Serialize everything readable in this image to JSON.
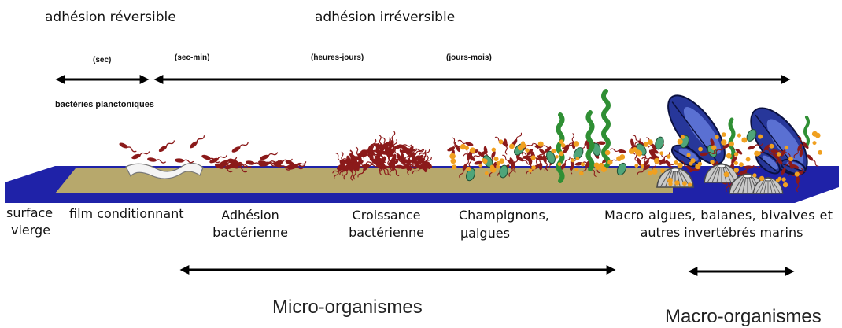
{
  "phases": {
    "reversible": "adhésion réversible",
    "irreversible": "adhésion irréversible"
  },
  "timescales": [
    "(sec)",
    "(sec-min)",
    "(heures-jours)",
    "(jours-mois)"
  ],
  "plankton_label": "bactéries planctoniques",
  "stages": [
    {
      "lines": [
        "surface",
        "vierge"
      ]
    },
    {
      "lines": [
        "film conditionnant"
      ]
    },
    {
      "lines": [
        "Adhésion",
        "bactérienne"
      ]
    },
    {
      "lines": [
        "Croissance",
        "bactérienne"
      ]
    },
    {
      "lines": [
        "Champignons,",
        "µalgues"
      ]
    },
    {
      "lines": [
        "Macro algues, balanes, bivalves et",
        "autres invertébrés marins"
      ]
    }
  ],
  "groups": {
    "micro": "Micro-organismes",
    "macro": "Macro-organismes"
  },
  "colors": {
    "substrate": "#1f22a8",
    "film": "#b7a86c",
    "bacteria": "#8b1a1a",
    "algae": "#2f8f34",
    "diatom": "#4fa57a",
    "spores": "#f0a020",
    "mussel": "#27379a",
    "mussel_light": "#5a70d2",
    "barnacle": "#c9c9c9"
  }
}
